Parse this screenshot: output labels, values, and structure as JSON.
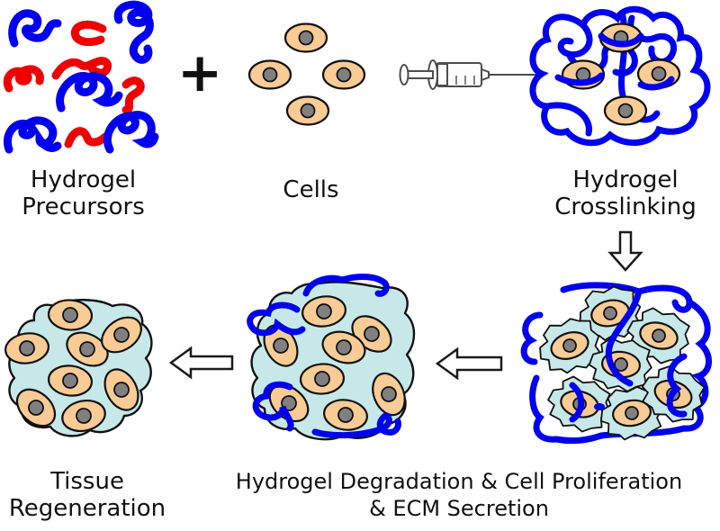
{
  "colors": {
    "background": "#FFFFFF",
    "ink": "#111111",
    "polymer_blue": "#0000EE",
    "polymer_red": "#EE0000",
    "cell_fill": "#F9CB95",
    "cell_outline": "#111111",
    "nucleus_fill": "#808080",
    "ecm_fill": "#C7E8E8",
    "arrow_fill": "#FFFFFF",
    "arrow_outline": "#1A1A1A",
    "syringe_outline": "#4D4D4D"
  },
  "labels": {
    "plus_sign": "+",
    "precursors_line1": "Hydrogel",
    "precursors_line2": "Precursors",
    "cells": "Cells",
    "crosslinking_line1": "Hydrogel",
    "crosslinking_line2": "Crosslinking",
    "regeneration_line1": "Tissue",
    "regeneration_line2": "Regeneration",
    "degradation_line1": "Hydrogel Degradation & Cell Proliferation",
    "degradation_line2": "& ECM Secretion"
  }
}
